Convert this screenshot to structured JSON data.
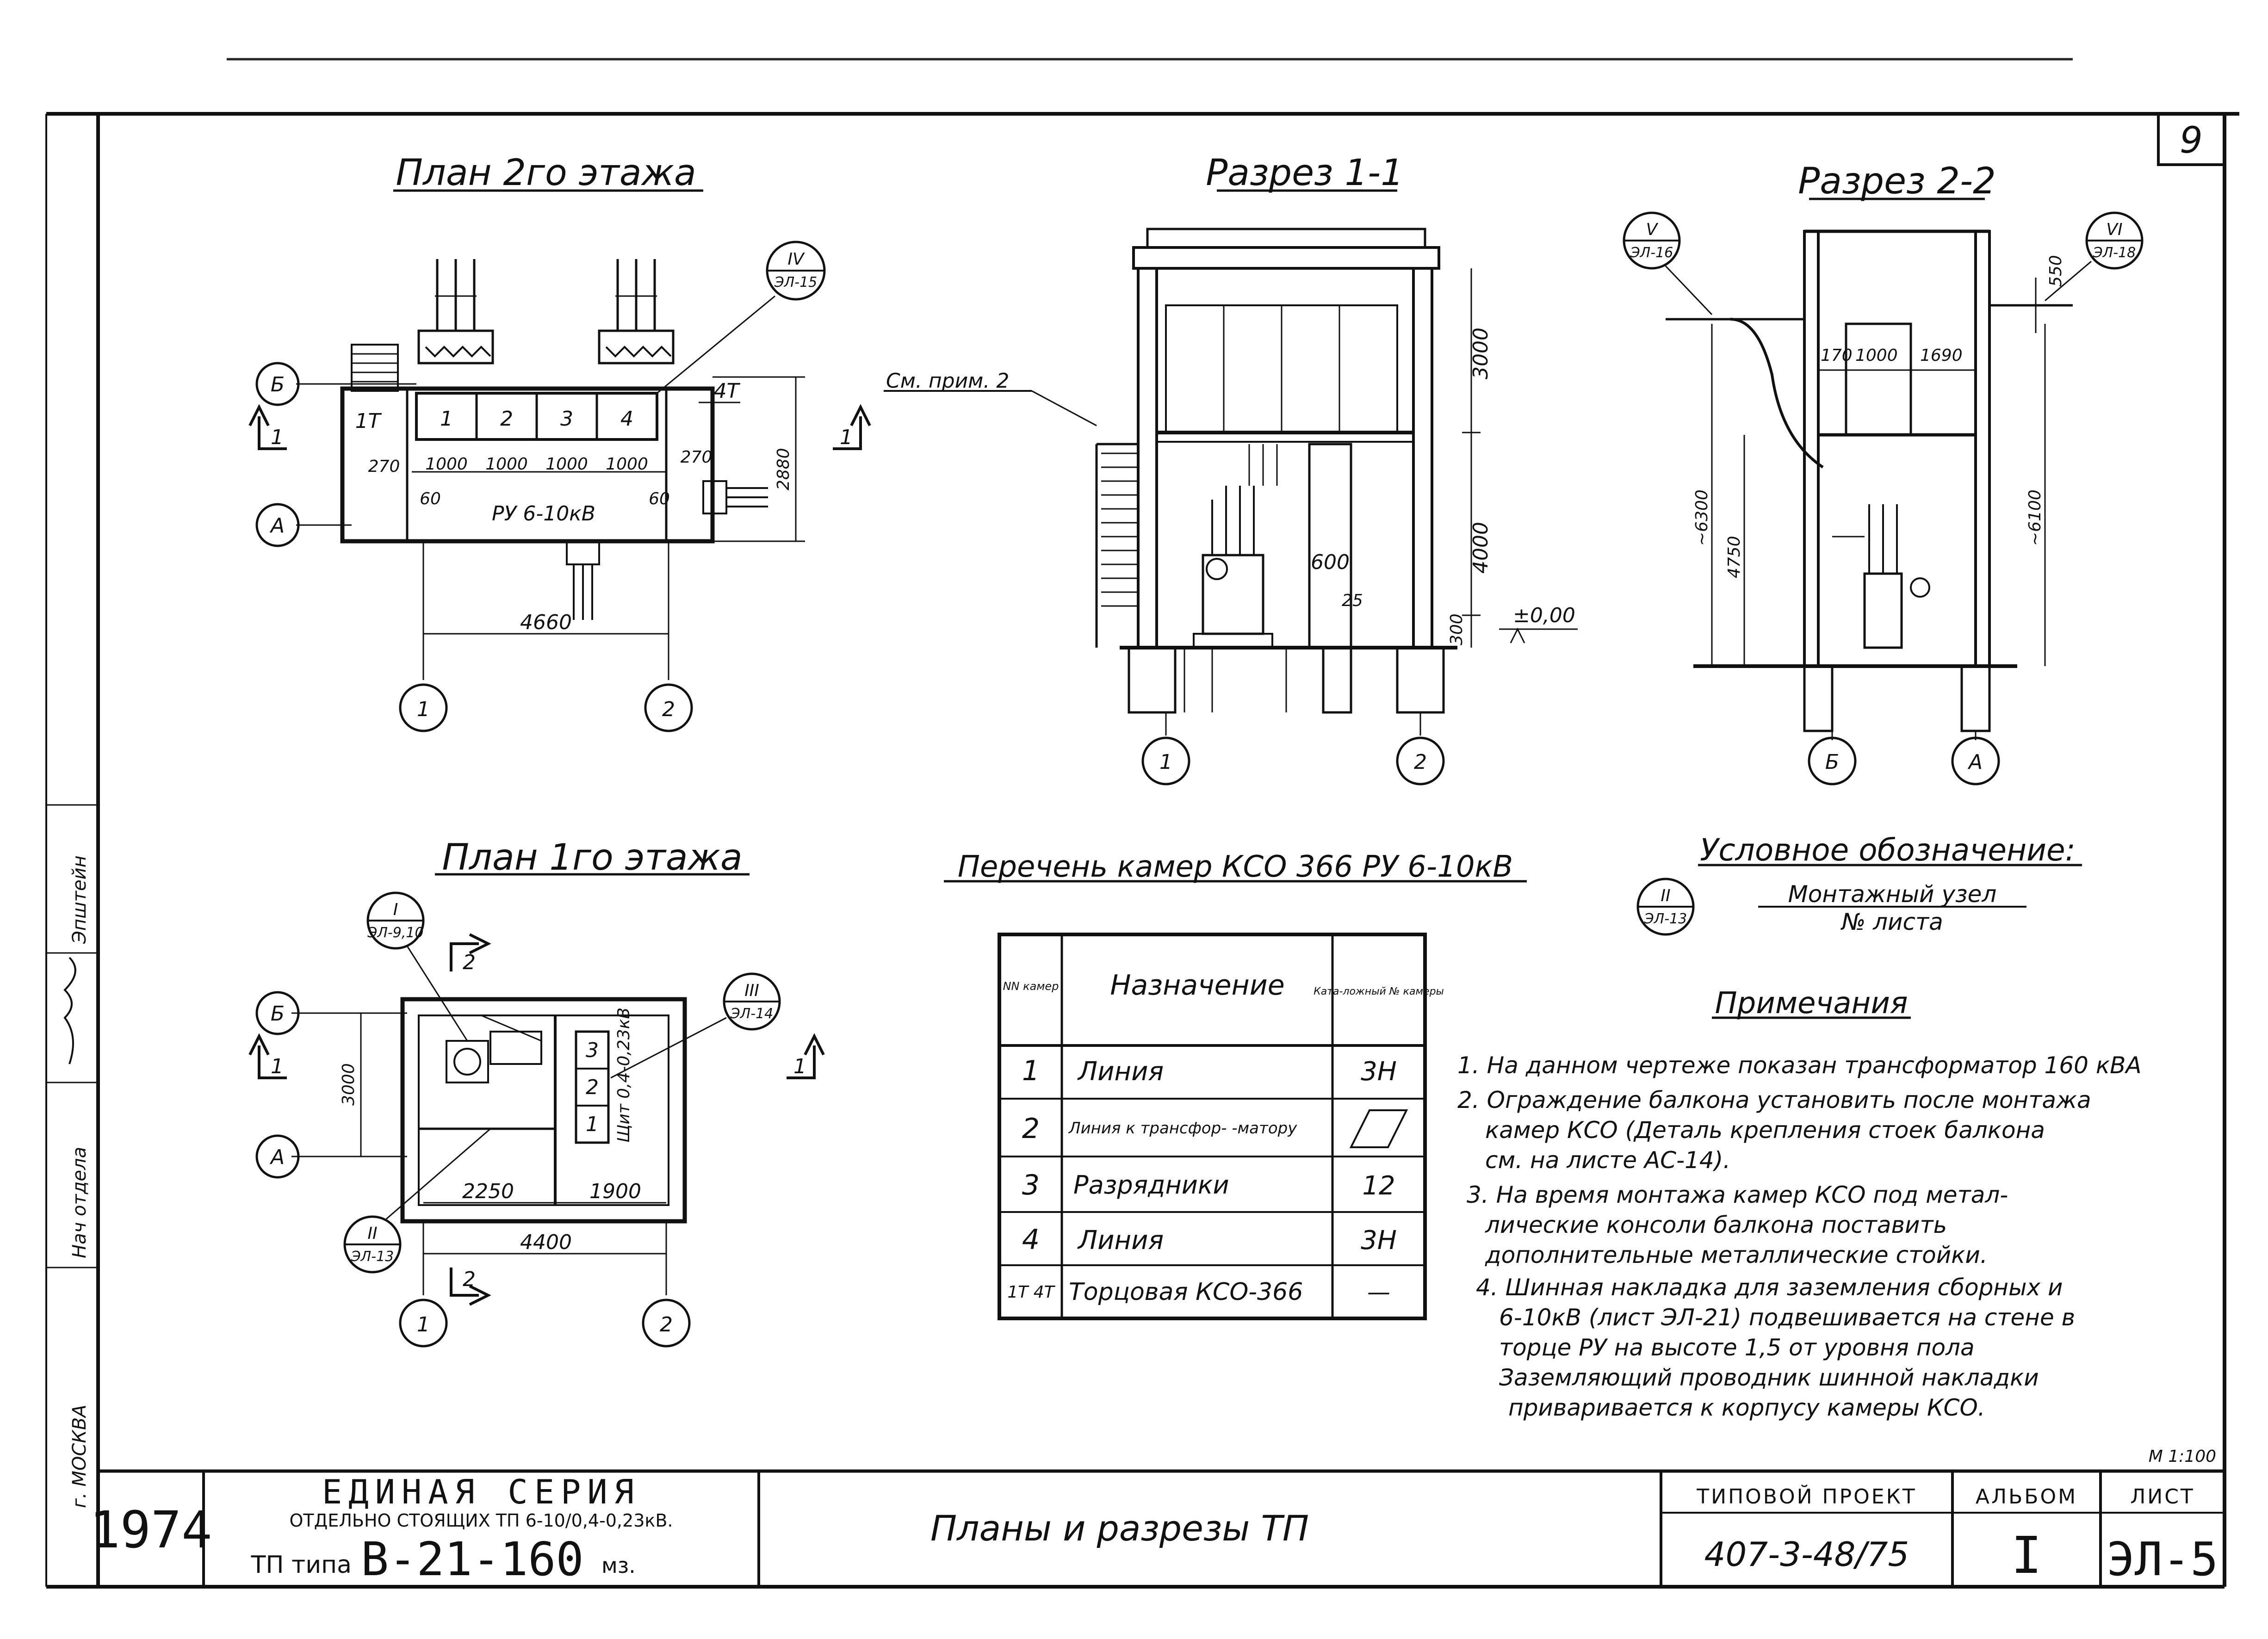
{
  "sheet_number": "9",
  "scale": "М 1:100",
  "plan2": {
    "title": "План 2го этажа",
    "axis_b": "Б",
    "axis_a": "А",
    "axis_1": "1",
    "axis_2": "2",
    "node_num": "IV",
    "node_sheet": "ЭЛ-15",
    "end_left": "1Т",
    "end_right": "4Т",
    "cells": [
      "1",
      "2",
      "3",
      "4"
    ],
    "dim_cell": "1000",
    "dim_side": "270",
    "dim_60": "60",
    "dim_depth": "2880",
    "dim_width": "4660",
    "switchgear": "РУ 6-10кВ",
    "section_mark": "1"
  },
  "section11": {
    "title": "Разрез 1-1",
    "see_note": "См. прим. 2",
    "dim_top": "3000",
    "dim_bottom": "4000",
    "dim_600": "600",
    "dim_25": "25",
    "dim_300": "300",
    "level": "±0,00",
    "axis_1": "1",
    "axis_2": "2"
  },
  "section22": {
    "title": "Разрез 2-2",
    "node_v_num": "V",
    "node_v_sheet": "ЭЛ-16",
    "node_vi_num": "VI",
    "node_vi_sheet": "ЭЛ-18",
    "dim_550": "550",
    "dim_170": "170",
    "dim_1000": "1000",
    "dim_1690": "1690",
    "dim_6300": "~6300",
    "dim_4750": "4750",
    "dim_6100": "~6100",
    "axis_b": "Б",
    "axis_a": "А"
  },
  "plan1": {
    "title": "План 1го этажа",
    "node_i_num": "I",
    "node_i_sheet": "ЭЛ-9,10",
    "node_iii_num": "III",
    "node_iii_sheet": "ЭЛ-14",
    "node_ii_num": "II",
    "node_ii_sheet": "ЭЛ-13",
    "section_mark": "2",
    "axis_b": "Б",
    "axis_a": "А",
    "axis_1": "1",
    "axis_2": "2",
    "dim_depth": "3000",
    "dim_2250": "2250",
    "dim_1900": "1900",
    "dim_4400": "4400",
    "shield": "Щит 0,4-0,23кВ",
    "panels": [
      "1",
      "2",
      "3"
    ],
    "section_mark1": "1"
  },
  "legend": {
    "title": "Условное обозначение:",
    "node_num": "II",
    "node_sheet": "ЭЛ-13",
    "line1": "Монтажный узел",
    "line2": "№ листа"
  },
  "table": {
    "title": "Перечень камер КСО 366 РУ 6-10кВ",
    "headers": [
      "NN камер",
      "Назначение",
      "Ката-ложный № камеры"
    ],
    "rows": [
      {
        "num": "1",
        "purpose": "Линия",
        "cat": "3Н"
      },
      {
        "num": "2",
        "purpose": "Линия к трансфор- -матору",
        "cat": ""
      },
      {
        "num": "3",
        "purpose": "Разрядники",
        "cat": "12"
      },
      {
        "num": "4",
        "purpose": "Линия",
        "cat": "3Н"
      },
      {
        "num": "1Т 4Т",
        "purpose": "Торцовая КСО-366",
        "cat": "—"
      }
    ]
  },
  "notes": {
    "title": "Примечания",
    "items": [
      "1. На данном чертеже показан трансформатор 160 кВА",
      "2. Ограждение балкона установить после монтажа",
      "камер КСО (Деталь крепления стоек балкона",
      "см. на листе АС-14).",
      "3. На время монтажа камер КСО под метал-",
      "лические консоли балкона поставить",
      "дополнительные металлические стойки.",
      "4. Шинная накладка для заземления сборных и",
      "6-10кВ (лист ЭЛ-21) подвешивается на стене в",
      "торце РУ на высоте 1,5 от уровня пола",
      "Заземляющий проводник шинной накладки",
      "приваривается к корпусу камеры КСО."
    ]
  },
  "stamp": {
    "year": "1974",
    "series_title": "ЕДИНАЯ СЕРИЯ",
    "series_line2": "ОТДЕЛЬНО СТОЯЩИХ ТП 6-10/0,4-0,23кВ.",
    "tp_type_prefix": "ТП типа",
    "tp_type": "В-21-160",
    "tp_type_suffix": "мз.",
    "sheet_title": "Планы и разрезы ТП",
    "project_label": "ТИПОВОЙ ПРОЕКТ",
    "project_num": "407-3-48/75",
    "album_label": "АЛЬБОМ",
    "album_num": "I",
    "sheet_label": "ЛИСТ",
    "sheet_code": "ЭЛ-5"
  },
  "side": {
    "city": "г. МОСКВА",
    "dept": "Нач отдела",
    "author": "Эпштейн"
  }
}
